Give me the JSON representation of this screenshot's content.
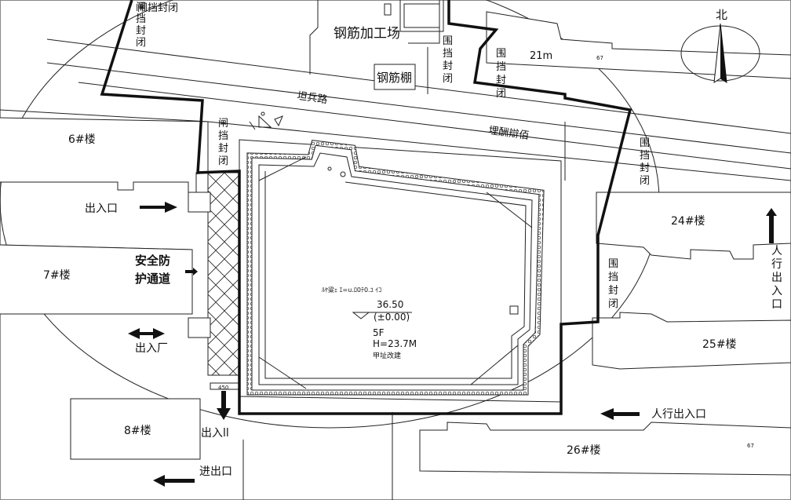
{
  "north": "北",
  "road_name": "坦兵路",
  "road_name2": "埋酬辯佰",
  "site_note": "ﾙﾔ粱ｪ ｴ=u.ﾛ0ﾃ0.ﾕ ｲｺ",
  "workshop_label": "钢筋加工场",
  "shed_label": "钢筋棚",
  "distance_label": "21m",
  "enclosure_label": "围挡封闭",
  "enclosure_label_alt": "闸挡封闭",
  "buildings": {
    "b6": "6#楼",
    "b7": "7#楼",
    "b8": "8#楼",
    "b24": "24#楼",
    "b25": "25#楼",
    "b26": "26#楼"
  },
  "entrance_label": "出入口",
  "entrance_label_2": "出入厂",
  "entrance_label_3": "出入ll",
  "entry_exit_label": "进出口",
  "safety_passage": [
    "安全防",
    "护通道"
  ],
  "pedestrian_entrance": "人行出入口",
  "pedestrian_entrance_vertical": "人行出入口",
  "elevation": [
    "36.50",
    "(±0.00)"
  ],
  "building_info": [
    "5F",
    "H=23.7M",
    "甲址改建"
  ],
  "dimension_small": "450",
  "corner_number": "67"
}
